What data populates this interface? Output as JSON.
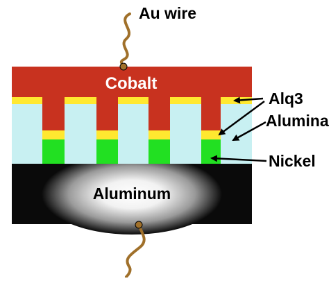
{
  "labels": {
    "au_wire": "Au wire",
    "cobalt": "Cobalt",
    "alq3": "Alq3",
    "alumina": "Alumina",
    "nickel": "Nickel",
    "aluminum": "Aluminum"
  },
  "colors": {
    "cobalt": "#c8321f",
    "alq3": "#ffe830",
    "alumina": "#c8f0f2",
    "nickel": "#22e022",
    "aluminum_dark": "#0a0a0a",
    "aluminum_light": "#ffffff",
    "wire": "#a0702a",
    "text": "#000000"
  },
  "icons": {
    "wire_contact": "gold-wire-contact-icon"
  }
}
